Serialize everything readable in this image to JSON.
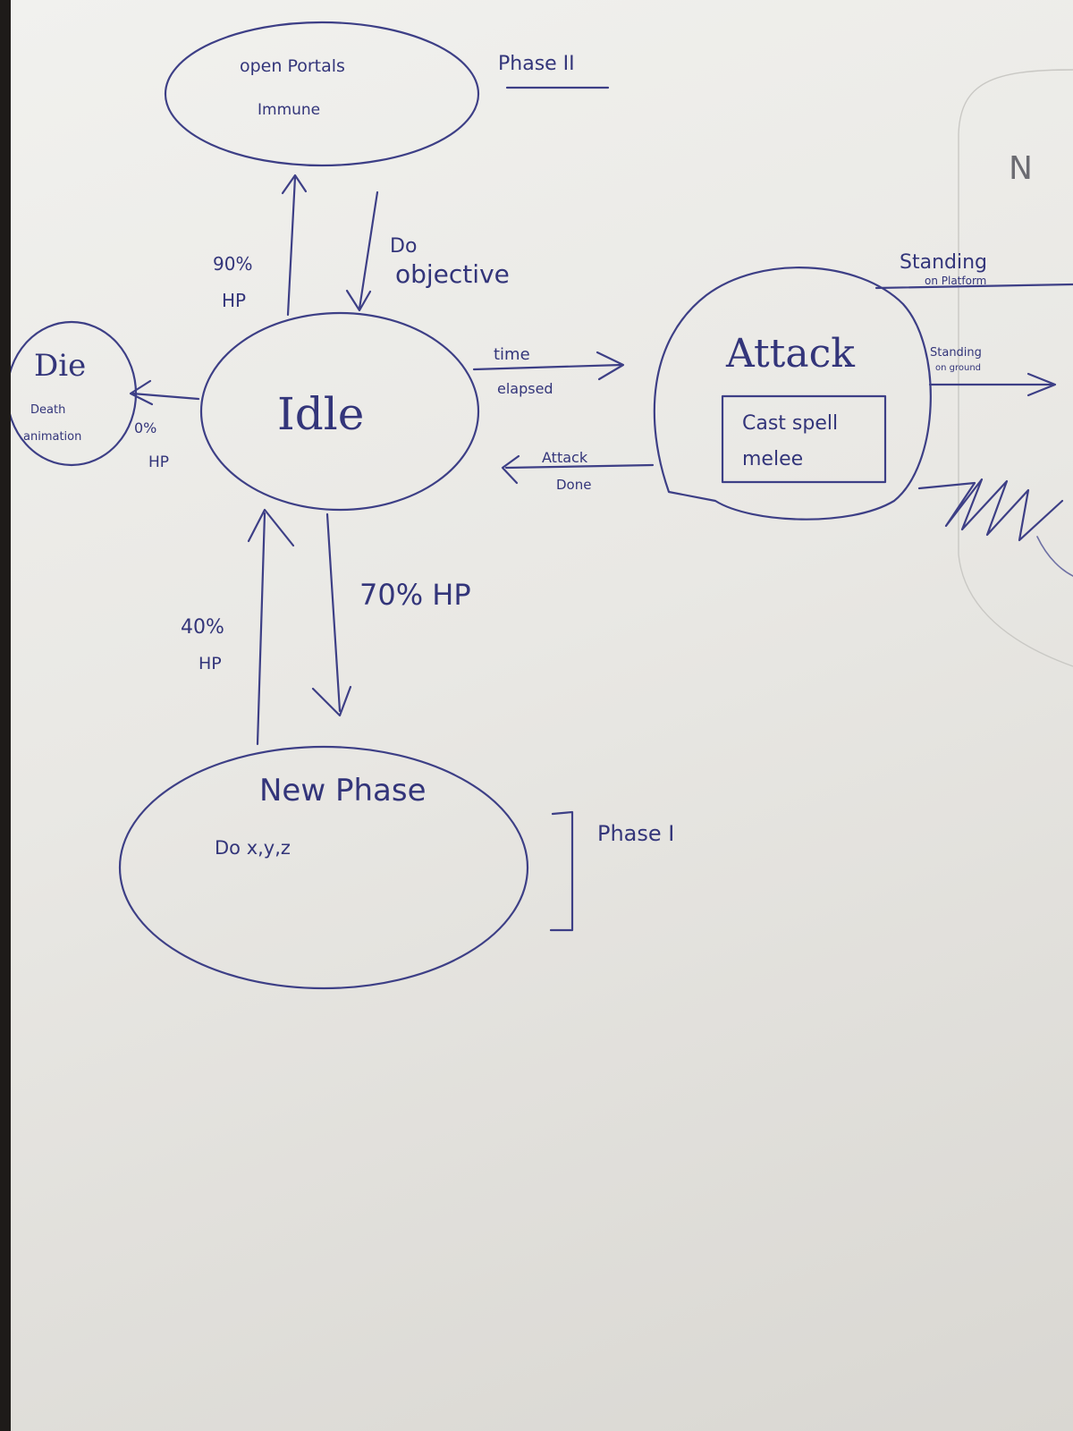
{
  "diagram": {
    "phase_top": "Phase II",
    "phase_bottom": "Phase I",
    "states": {
      "portals": {
        "line1": "open Portals",
        "line2": "Immune"
      },
      "idle": {
        "title": "Idle"
      },
      "attack": {
        "title": "Attack",
        "box_line1": "Cast spell",
        "box_line2": "melee"
      },
      "die": {
        "title": "Die",
        "line1": "Death",
        "line2": "animation"
      },
      "new_phase": {
        "title": "New Phase",
        "sub": "Do x,y,z"
      },
      "offpage": {
        "partial": "N"
      }
    },
    "transitions": {
      "to_portals": {
        "line1": "90%",
        "line2": "HP"
      },
      "from_portals": {
        "line1": "Do",
        "line2": "objective"
      },
      "to_attack": {
        "line1": "time",
        "line2": "elapsed"
      },
      "from_attack": {
        "line1": "Attack",
        "line2": "Done"
      },
      "to_die": {
        "line1": "0%",
        "line2": "HP"
      },
      "to_new_phase": {
        "text": "70% HP"
      },
      "from_new_phase": {
        "line1": "40%",
        "line2": "HP"
      },
      "platform": {
        "line1": "Standing",
        "line2": "on Platform"
      },
      "ground": {
        "line1": "Standing",
        "line2": "on ground"
      }
    }
  }
}
